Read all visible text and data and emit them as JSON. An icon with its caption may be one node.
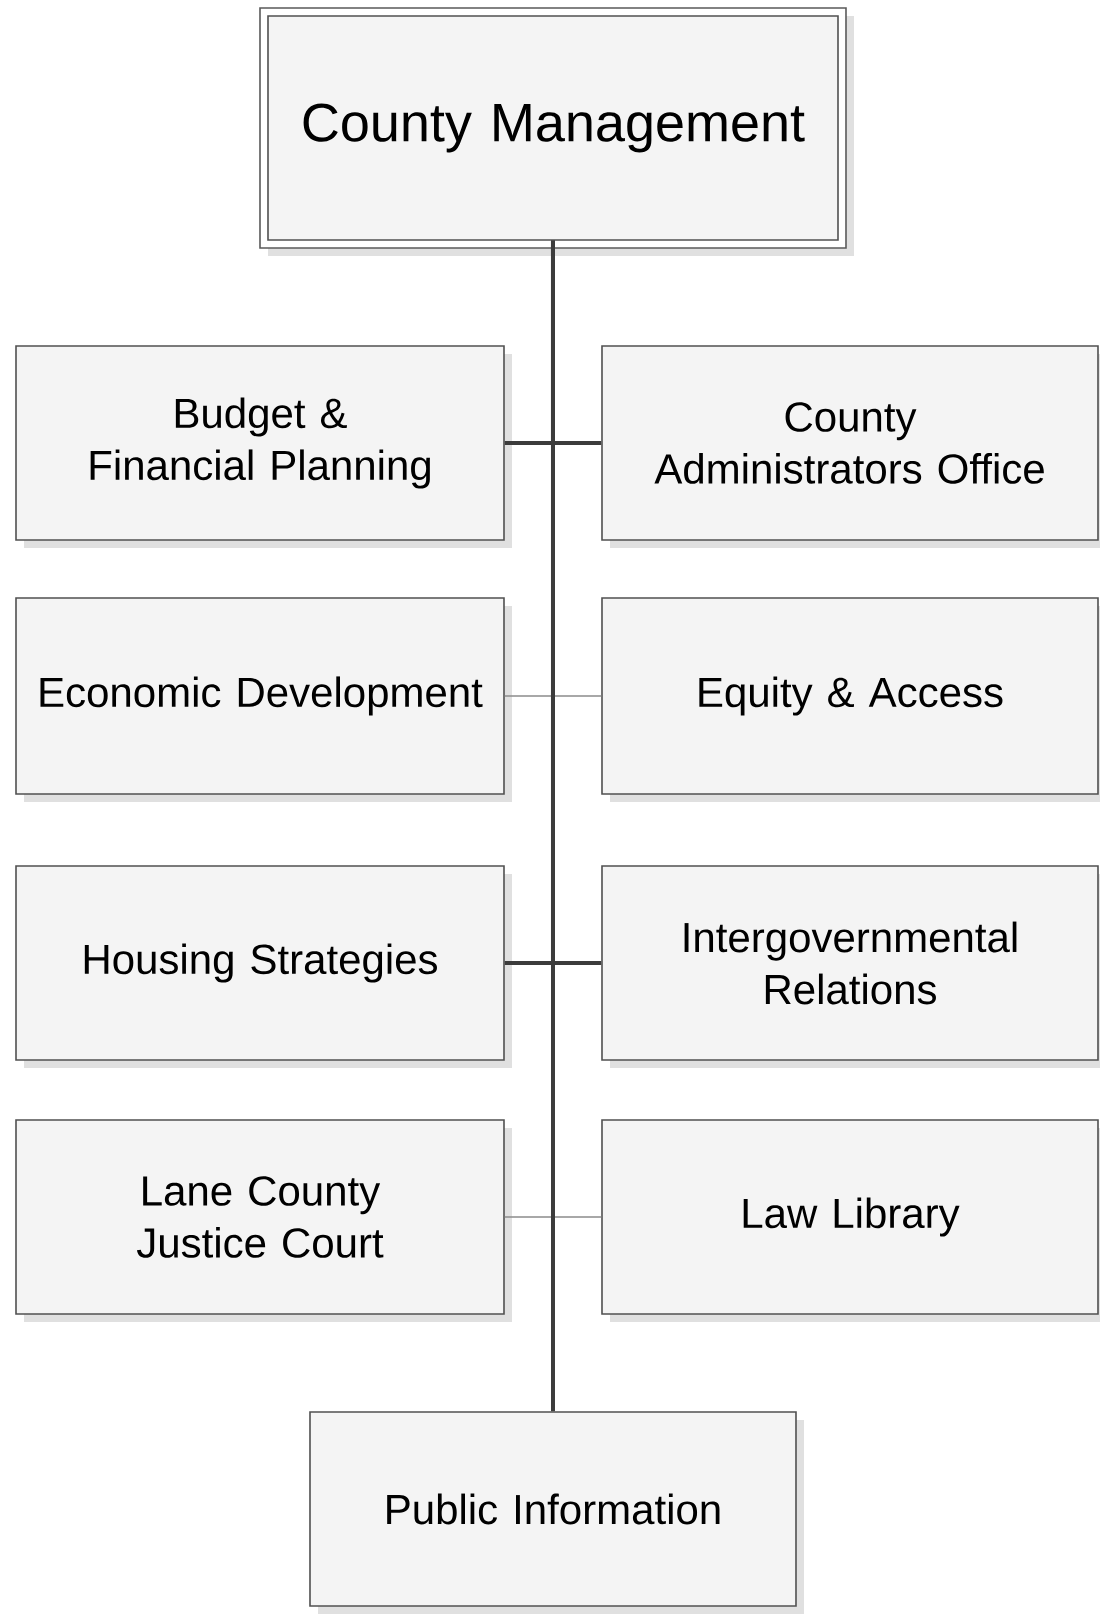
{
  "diagram": {
    "nodes": [
      {
        "text": [
          "County Management"
        ]
      },
      {
        "text": [
          "Budget & Financial Planning"
        ]
      },
      {
        "text": [
          "County Administrators Office"
        ]
      },
      {
        "text": [
          "Economic Development"
        ]
      },
      {
        "text": [
          "Equity & Access"
        ]
      },
      {
        "text": [
          "Housing Strategies"
        ]
      },
      {
        "text": [
          "Intergovernmental Relations"
        ]
      },
      {
        "text": [
          "Lane County Justice Court"
        ]
      },
      {
        "text": [
          "Law Library"
        ]
      },
      {
        "text": [
          "Public Information"
        ]
      }
    ],
    "edges": [
      {
        "from": 0,
        "to": 1,
        "arrow": "none"
      },
      {
        "from": 0,
        "to": 2,
        "arrow": "none"
      },
      {
        "from": 0,
        "to": 3,
        "arrow": "none",
        "color": "#8c8c8c"
      },
      {
        "from": 0,
        "to": 4,
        "arrow": "none",
        "color": "#8c8c8c"
      },
      {
        "from": 0,
        "to": 5,
        "arrow": "none"
      },
      {
        "from": 0,
        "to": 6,
        "arrow": "none"
      },
      {
        "from": 0,
        "to": 7,
        "arrow": "none",
        "color": "#8c8c8c"
      },
      {
        "from": 0,
        "to": 8,
        "arrow": "none",
        "color": "#8c8c8c"
      },
      {
        "from": 0,
        "to": 9,
        "arrow": "none"
      }
    ]
  }
}
